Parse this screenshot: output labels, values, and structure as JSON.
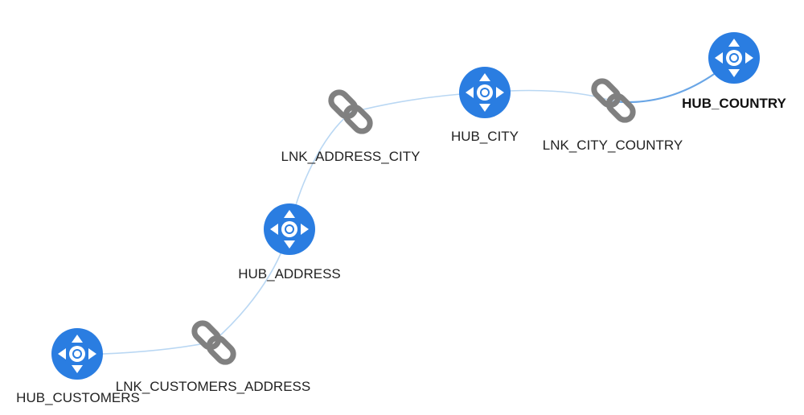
{
  "colors": {
    "hub": "#2a7de1",
    "hub_arrow": "#ffffff",
    "link": "#808080",
    "edge": "#b9d7f3",
    "edge_selected": "#6aa6e6"
  },
  "nodes": {
    "hub_customers": {
      "label": "HUB_CUSTOMERS",
      "icon": "hub-icon"
    },
    "lnk_customers_address": {
      "label": "LNK_CUSTOMERS_ADDRESS",
      "icon": "chain-link-icon"
    },
    "hub_address": {
      "label": "HUB_ADDRESS",
      "icon": "hub-icon"
    },
    "lnk_address_city": {
      "label": "LNK_ADDRESS_CITY",
      "icon": "chain-link-icon"
    },
    "hub_city": {
      "label": "HUB_CITY",
      "icon": "hub-icon"
    },
    "lnk_city_country": {
      "label": "LNK_CITY_COUNTRY",
      "icon": "chain-link-icon"
    },
    "hub_country": {
      "label": "HUB_COUNTRY",
      "icon": "hub-icon"
    }
  }
}
